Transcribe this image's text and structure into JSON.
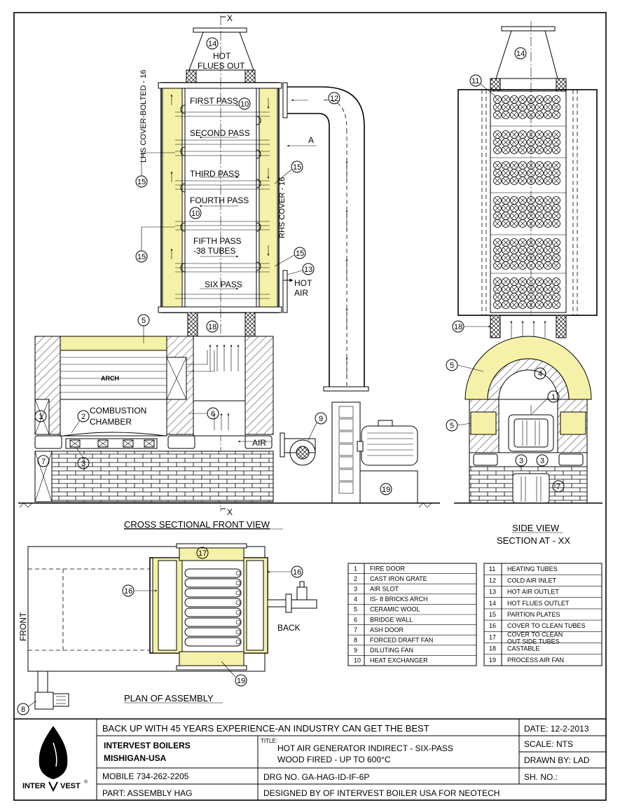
{
  "views": {
    "front_title": "CROSS SECTIONAL FRONT VIEW",
    "side_title": "SIDE VIEW",
    "side_subtitle": "SECTION AT - XX",
    "plan_title": "PLAN OF ASSEMBLY"
  },
  "section_marker": "X",
  "front_labels": {
    "hot_flues_out_1": "HOT",
    "hot_flues_out_2": "FLUES OUT",
    "lhs_cover": "LHS COVER-BOLTED - 16",
    "rhs_cover": "RHS COVER - 16",
    "first_pass": "FIRST PASS",
    "second_pass": "SECOND PASS",
    "third_pass": "THIRD PASS",
    "fourth_pass": "FOURTH PASS",
    "fifth_pass_1": "FIFTH PASS",
    "fifth_pass_2": "-38 TUBES",
    "six_pass": "SIX PASS",
    "hot_air_1": "HOT",
    "hot_air_2": "AIR",
    "arrow_a": "A",
    "arch": "ARCH",
    "combustion_1": "COMBUSTION",
    "combustion_2": "CHAMBER",
    "air": "AIR"
  },
  "plan_labels": {
    "front": "FRONT",
    "back": "BACK"
  },
  "callouts": {
    "c1": "1",
    "c2": "2",
    "c3": "3",
    "c4": "4",
    "c5": "5",
    "c6": "6",
    "c7": "7",
    "c8": "8",
    "c9": "9",
    "c10": "10",
    "c11": "11",
    "c12": "12",
    "c13": "13",
    "c14": "14",
    "c15": "15",
    "c16": "16",
    "c17": "17",
    "c18": "18",
    "c19": "19"
  },
  "parts_left": [
    {
      "no": "1",
      "name": "FIRE DOOR"
    },
    {
      "no": "2",
      "name": "CAST IRON GRATE"
    },
    {
      "no": "3",
      "name": "AIR SLOT"
    },
    {
      "no": "4",
      "name": "IS- 8 BRICKS ARCH"
    },
    {
      "no": "5",
      "name": "CERAMIC WOOL"
    },
    {
      "no": "6",
      "name": "BRIDGE WALL"
    },
    {
      "no": "7",
      "name": "ASH DOOR"
    },
    {
      "no": "8",
      "name": "FORCED DRAFT FAN"
    },
    {
      "no": "9",
      "name": "DILUTING FAN"
    },
    {
      "no": "10",
      "name": "HEAT EXCHANGER"
    }
  ],
  "parts_right": [
    {
      "no": "11",
      "name": "HEATING TUBES"
    },
    {
      "no": "12",
      "name": "COLD AIR INLET"
    },
    {
      "no": "13",
      "name": "HOT AIR OUTLET"
    },
    {
      "no": "14",
      "name": "HOT FLUES OUTLET"
    },
    {
      "no": "15",
      "name": "PARTION PLATES"
    },
    {
      "no": "16",
      "name": "COVER TO CLEAN TUBES"
    },
    {
      "no": "17",
      "name": "COVER TO CLEAN",
      "name2": "OUT SIDE TUBES"
    },
    {
      "no": "18",
      "name": "CASTABLE"
    },
    {
      "no": "19",
      "name": "PROCESS AIR FAN"
    }
  ],
  "title_block": {
    "slogan": "BACK UP WITH 45 YEARS EXPERIENCE-AN INDUSTRY CAN GET THE BEST",
    "date": "DATE: 12-2-2013",
    "company_1": "INTERVEST BOILERS",
    "company_2": "MISHIGAN-USA",
    "title_label": "TITLE:",
    "title_1": "HOT AIR GENERATOR INDIRECT - SIX-PASS",
    "title_2": "WOOD FIRED - UP TO 600°C",
    "scale": "SCALE:  NTS",
    "drawn_by": "DRAWN BY:   LAD",
    "mobile": "MOBILE  734-262-2205",
    "drg_no": "DRG NO.   GA-HAG-ID-IF-6P",
    "sheet": "SH. NO.:",
    "part": "PART:   ASSEMBLY HAG",
    "designed_by": "DESIGNED BY OF INTERVEST BOILER USA FOR NEOTECH",
    "logo_text_1": "INTER",
    "logo_text_2": "VEST",
    "logo_mark": "®"
  }
}
